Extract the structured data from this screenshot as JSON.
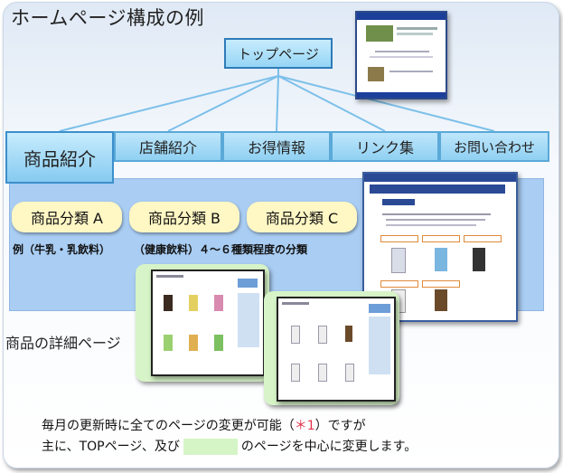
{
  "title": "ホームページ構成の例",
  "top_page": "トップページ",
  "tabs": {
    "products": "商品紹介",
    "stores": "店舗紹介",
    "deals": "お得情報",
    "links": "リンク集",
    "contact": "お問い合わせ"
  },
  "categories": [
    "商品分類 A",
    "商品分類 B",
    "商品分類 C"
  ],
  "category_notes": {
    "example": "例（牛乳・乳飲料）",
    "health": "（健康飲料）４～６種類程度の分類"
  },
  "detail_label": "商品の詳細ページ",
  "bottom": {
    "line1_before": "毎月の更新時に全てのページの変更が可能（",
    "line1_ref": "＊1",
    "line1_after": "）ですが",
    "line2_before": "主に、TOPページ、及び",
    "line2_after": "のページを中心に変更します。"
  },
  "colors": {
    "nav_fill": "#96d5f5",
    "panel_fill": "#a9cdf3",
    "pill_fill": "#fff7c4",
    "highlight_green": "#d5f5c7",
    "ref_red": "#e0324a"
  }
}
